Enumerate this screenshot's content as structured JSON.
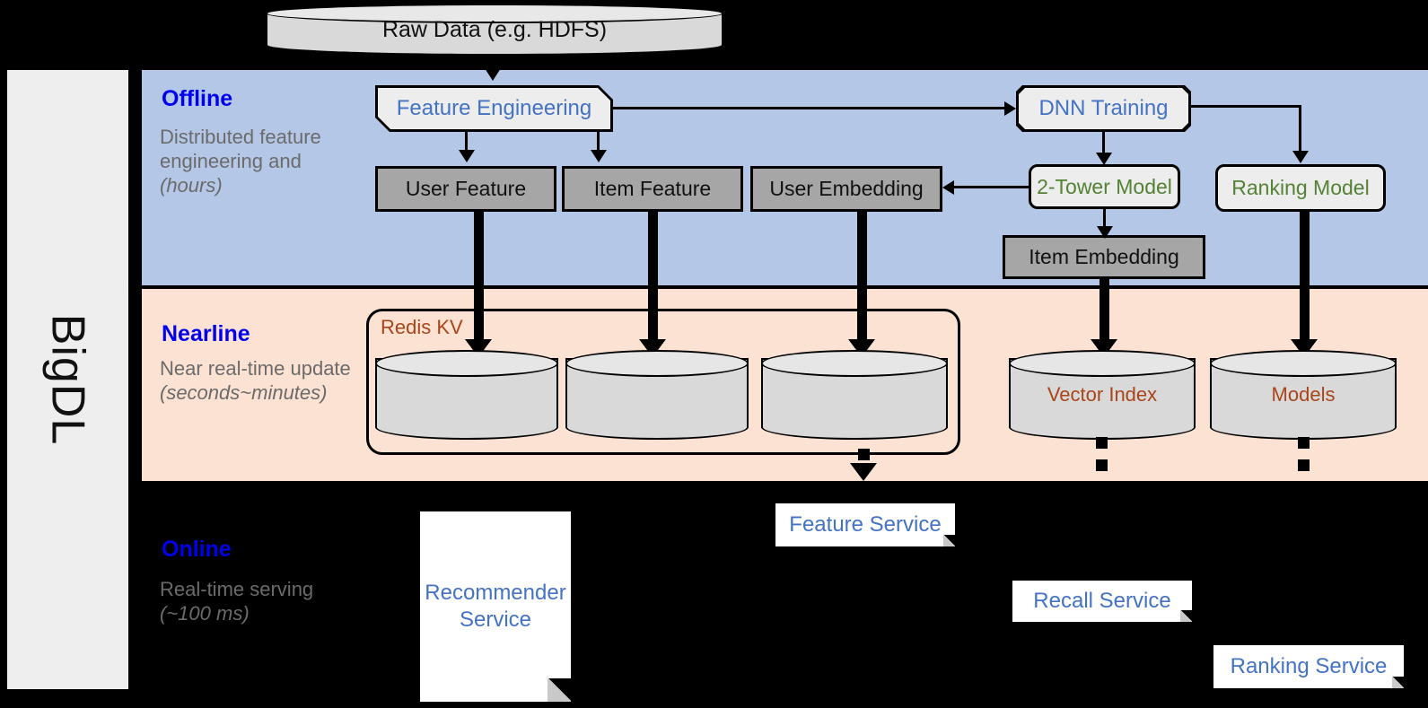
{
  "framework": {
    "name": "BigDL"
  },
  "source": {
    "label": "Raw Data (e.g. HDFS)",
    "shape": "cylinder"
  },
  "bands": {
    "offline": {
      "title": "Offline",
      "subtitle": "Distributed feature engineering and ",
      "subtitle_italic": "(hours)",
      "bg_color": "#b4c7e7"
    },
    "nearline": {
      "title": "Nearline",
      "subtitle": "Near real-time update ",
      "subtitle_italic": "(seconds~minutes)",
      "bg_color": "#fbe2d3"
    },
    "online": {
      "title": "Online",
      "subtitle": "Real-time serving ",
      "subtitle_italic": "(~100 ms)",
      "bg_color": "#000000"
    }
  },
  "offline_nodes": {
    "feature_engineering": "Feature Engineering",
    "dnn_training": "DNN Training",
    "user_feature": "User Feature",
    "item_feature": "Item Feature",
    "user_embedding": "User Embedding",
    "item_embedding": "Item Embedding",
    "two_tower_model": "2-Tower Model",
    "ranking_model": "Ranking Model"
  },
  "nearline_nodes": {
    "redis_kv": "Redis KV",
    "store_user_feature": "",
    "store_item_feature": "",
    "store_user_embedding": "",
    "vector_index": "Vector Index",
    "models": "Models"
  },
  "online_nodes": {
    "recommender_service": "Recommender Service",
    "feature_service": "Feature Service",
    "recall_service": "Recall Service",
    "ranking_service": "Ranking Service"
  },
  "colors": {
    "accent_blue": "#0000ee",
    "node_blue": "#4472c4",
    "node_green": "#548235",
    "node_brown": "#a9451a",
    "gray_fill": "#a6a6a6",
    "light_fill": "#ededed",
    "muted_text": "#6b6b6b"
  }
}
